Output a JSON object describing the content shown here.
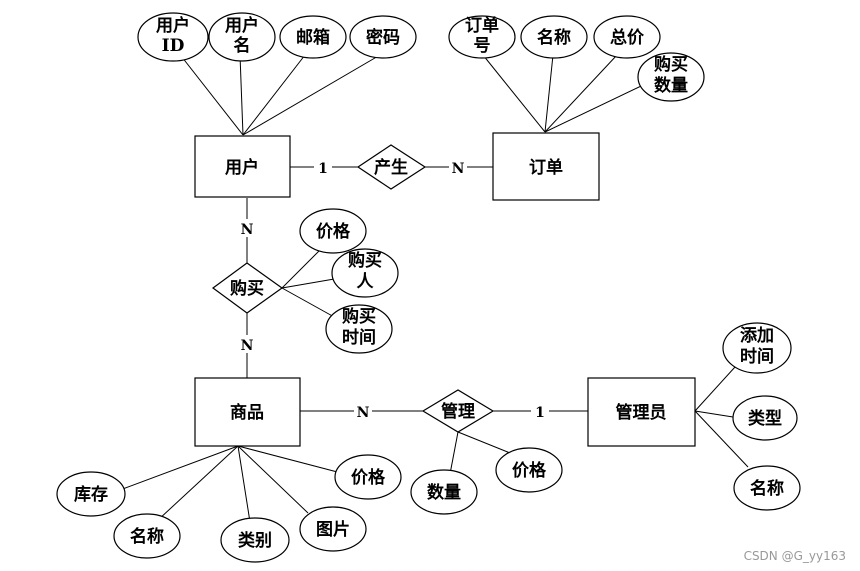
{
  "entities": {
    "user": "用户",
    "order": "订单",
    "product": "商品",
    "admin": "管理员"
  },
  "relationships": {
    "produce": "产生",
    "purchase": "购买",
    "manage": "管理"
  },
  "attributes": {
    "user_id": [
      "用户",
      "ID"
    ],
    "user_name": [
      "用户",
      "名"
    ],
    "user_email": [
      "邮箱"
    ],
    "user_password": [
      "密码"
    ],
    "order_no": [
      "订单",
      "号"
    ],
    "order_name": [
      "名称"
    ],
    "order_total": [
      "总价"
    ],
    "order_quantity": [
      "购买",
      "数量"
    ],
    "purchase_price": [
      "价格"
    ],
    "purchase_buyer": [
      "购买",
      "人"
    ],
    "purchase_time": [
      "购买",
      "时间"
    ],
    "product_stock": [
      "库存"
    ],
    "product_name": [
      "名称"
    ],
    "product_category": [
      "类别"
    ],
    "product_image": [
      "图片"
    ],
    "product_price": [
      "价格"
    ],
    "manage_quantity": [
      "数量"
    ],
    "manage_price": [
      "价格"
    ],
    "admin_added_time": [
      "添加",
      "时间"
    ],
    "admin_type": [
      "类型"
    ],
    "admin_name": [
      "名称"
    ]
  },
  "cardinalities": {
    "user_produce": "1",
    "produce_order": "N",
    "user_purchase": "N",
    "purchase_product": "N",
    "product_manage": "N",
    "manage_admin": "1"
  },
  "watermark": "CSDN @G_yy163"
}
